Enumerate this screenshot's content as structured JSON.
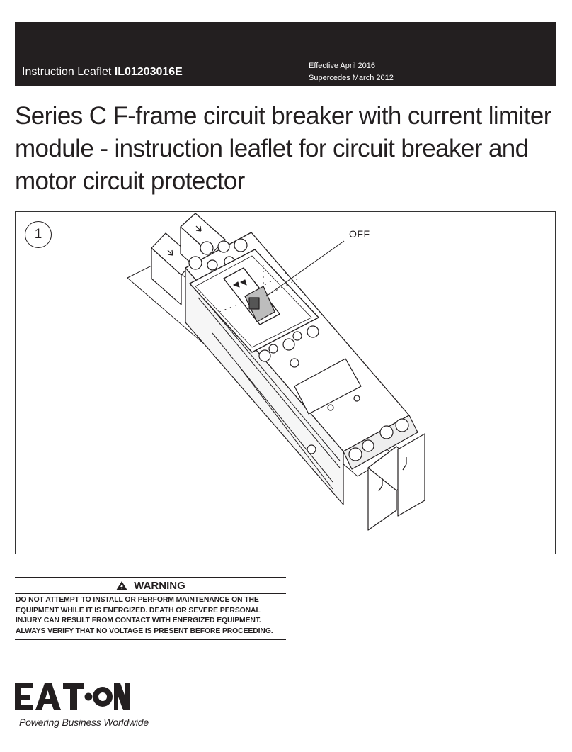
{
  "header": {
    "leaflet_prefix": "Instruction Leaflet",
    "leaflet_number": "IL01203016E",
    "effective": "Effective April 2016",
    "supercedes": "Supercedes March 2012"
  },
  "title": "Series C F-frame circuit breaker with current limiter module - instruction leaflet for circuit breaker and motor circuit protector",
  "figure": {
    "number": "1",
    "callout": "OFF"
  },
  "warning": {
    "heading": "WARNING",
    "icon": "warning-triangle-icon",
    "text": "DO NOT ATTEMPT TO INSTALL OR PERFORM MAINTENANCE ON THE EQUIPMENT WHILE IT IS ENERGIZED. DEATH OR SEVERE PERSONAL INJURY CAN RESULT FROM CONTACT WITH ENERGIZED EQUIPMENT. ALWAYS VERIFY THAT NO VOLTAGE IS PRESENT BEFORE PROCEEDING."
  },
  "brand": {
    "logo": "EATON",
    "tagline": "Powering Business Worldwide"
  }
}
